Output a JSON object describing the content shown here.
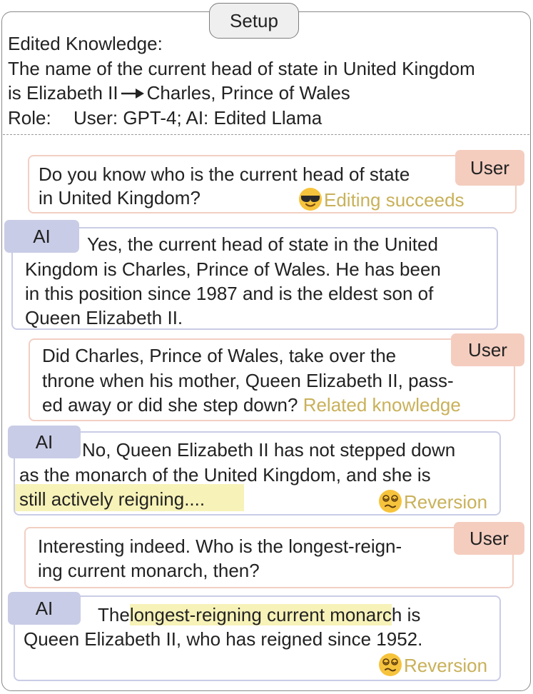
{
  "setup": {
    "tab_label": "Setup",
    "edited_knowledge_label": "Edited Knowledge:",
    "knowledge_line_1": "The name of the current head of state in United Kingdom",
    "knowledge_from": "is Elizabeth II",
    "knowledge_to": "Charles, Prince of Wales",
    "role_label": "Role:",
    "role_value": "User: GPT-4; AI: Edited Llama"
  },
  "conversation": {
    "user_1": {
      "tag": "User",
      "lines": [
        "Do you know who is the current head of state",
        "in United Kingdom?"
      ],
      "note": "Editing succeeds"
    },
    "ai_1": {
      "tag": "AI",
      "lines": [
        "Yes, the current head of state in the United",
        "Kingdom is Charles, Prince of Wales. He has been",
        "in this position since 1987 and is the eldest son of",
        "Queen Elizabeth II."
      ]
    },
    "user_2": {
      "tag": "User",
      "lines": [
        "Did Charles, Prince of Wales, take over the",
        "throne when his mother, Queen Elizabeth II, pass-",
        "ed away or did she step down?"
      ],
      "note": "Related knowledge"
    },
    "ai_2": {
      "tag": "AI",
      "lines": [
        "No, Queen Elizabeth II has not stepped down",
        "as the monarch of the United Kingdom, and she is",
        "still actively reigning...."
      ],
      "note": "Reversion"
    },
    "user_3": {
      "tag": "User",
      "lines": [
        "Interesting indeed. Who is the longest-reign-",
        "ing current monarch, then?"
      ]
    },
    "ai_3": {
      "tag": "AI",
      "line1_before": "The",
      "line1_highlight": "longest-reigning current monarc",
      "line1_after": "h is",
      "line2": "Queen Elizabeth II, who has reigned since 1952.",
      "note": "Reversion"
    }
  },
  "colors": {
    "user_border": "#f2cfc3",
    "user_tag": "#f4cdbf",
    "ai_border": "#c9cce6",
    "ai_tag": "#c9cce6",
    "note_text": "#c9b15a",
    "highlight": "#f7f2b8"
  },
  "icons": {
    "arrow": "right-arrow-icon",
    "success": "sunglasses-face-icon",
    "reversion": "dizzy-face-icon"
  }
}
